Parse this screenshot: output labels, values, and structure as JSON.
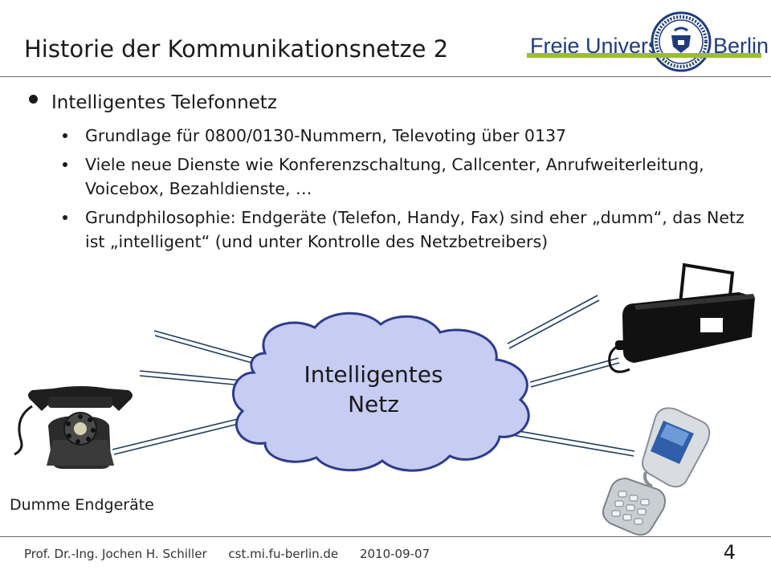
{
  "slide": {
    "title": "Historie der Kommunikationsnetze 2",
    "logo": {
      "text_left": "Freie Universität",
      "text_right": "Berlin",
      "seal_icon": "fu-berlin-seal-icon",
      "colors": {
        "text": "#1f3c7a",
        "bar": "#9bbf2a"
      }
    },
    "bullets": {
      "main": "Intelligentes Telefonnetz",
      "sub": [
        "Grundlage für 0800/0130-Nummern, Televoting über 0137",
        "Viele neue Dienste wie Konferenzschaltung, Callcenter, Anrufweiterleitung, Voicebox, Bezahldienste, …",
        "Grundphilosophie: Endgeräte (Telefon, Handy, Fax) sind eher „dumm“, das Netz ist „intelligent“ (und unter Kontrolle des Netzbetreibers)"
      ]
    },
    "diagram": {
      "cloud_line1": "Intelligentes",
      "cloud_line2": "Netz",
      "caption": "Dumme Endgeräte",
      "icons": [
        "rotary-telephone-icon",
        "fax-machine-icon",
        "flip-phone-icon"
      ],
      "colors": {
        "cloud_fill": "#c7ccf2",
        "cloud_stroke": "#2e3b8c",
        "link": "#1f3c5a"
      }
    },
    "footer": {
      "author": "Prof. Dr.-Ing. Jochen H. Schiller",
      "url": "cst.mi.fu-berlin.de",
      "date": "2010-09-07",
      "page": "4"
    }
  }
}
